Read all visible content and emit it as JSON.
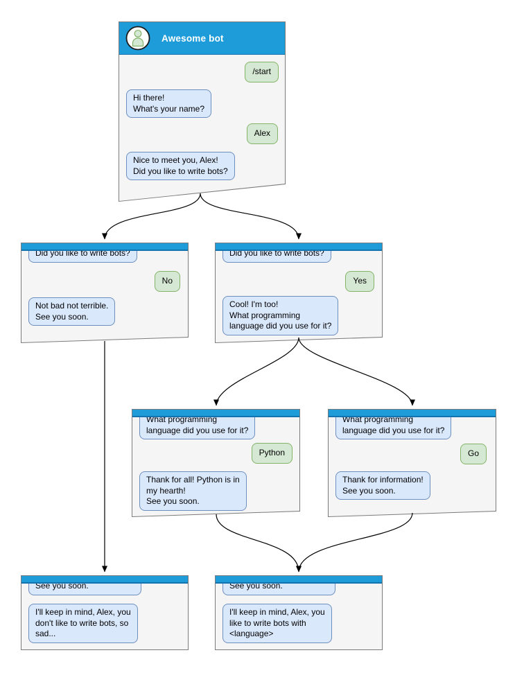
{
  "colors": {
    "canvas_bg": "#ffffff",
    "header_blue": "#1d9cd9",
    "header_blue_dark": "#1273ae",
    "window_fill": "#f5f5f5",
    "window_border": "#7a7a7a",
    "bot_bubble_fill": "#dae8fc",
    "bot_bubble_border": "#6c8ebf",
    "user_bubble_fill": "#d5e8d4",
    "user_bubble_border": "#82b366",
    "arrow": "#000000"
  },
  "windows": {
    "root": {
      "title": "Awesome bot",
      "avatar_icon": "person-icon",
      "messages": [
        {
          "from": "user",
          "text": "/start"
        },
        {
          "from": "bot",
          "text": "Hi there!\nWhat's your name?"
        },
        {
          "from": "user",
          "text": "Alex"
        },
        {
          "from": "bot",
          "text": "Nice to meet you, Alex!\nDid you like to write bots?"
        }
      ]
    },
    "branch_no": {
      "messages": [
        {
          "from": "bot",
          "text": "Did you like to write bots?"
        },
        {
          "from": "user",
          "text": "No"
        },
        {
          "from": "bot",
          "text": "Not bad not terrible.\nSee you soon."
        }
      ]
    },
    "branch_yes": {
      "messages": [
        {
          "from": "bot",
          "text": "Did you like to write bots?"
        },
        {
          "from": "user",
          "text": "Yes"
        },
        {
          "from": "bot",
          "text": "Cool! I'm too!\nWhat programming\nlanguage did you use for it?"
        }
      ]
    },
    "branch_python": {
      "messages": [
        {
          "from": "bot",
          "text": "What programming\nlanguage did you use for it?"
        },
        {
          "from": "user",
          "text": "Python"
        },
        {
          "from": "bot",
          "text": "Thank for all! Python is in\nmy hearth!\nSee you soon."
        }
      ]
    },
    "branch_go": {
      "messages": [
        {
          "from": "bot",
          "text": "What programming\nlanguage did you use for it?"
        },
        {
          "from": "user",
          "text": "Go"
        },
        {
          "from": "bot",
          "text": "Thank for information!\nSee you soon."
        }
      ]
    },
    "end_no": {
      "messages": [
        {
          "from": "bot",
          "text": "See you soon."
        },
        {
          "from": "bot",
          "text": "I'll keep in mind, Alex, you\ndon't like to write bots, so\nsad..."
        }
      ]
    },
    "end_yes": {
      "messages": [
        {
          "from": "bot",
          "text": "See you soon."
        },
        {
          "from": "bot",
          "text": "I'll keep in mind, Alex, you\nlike to write bots with\n<language>"
        }
      ]
    }
  }
}
